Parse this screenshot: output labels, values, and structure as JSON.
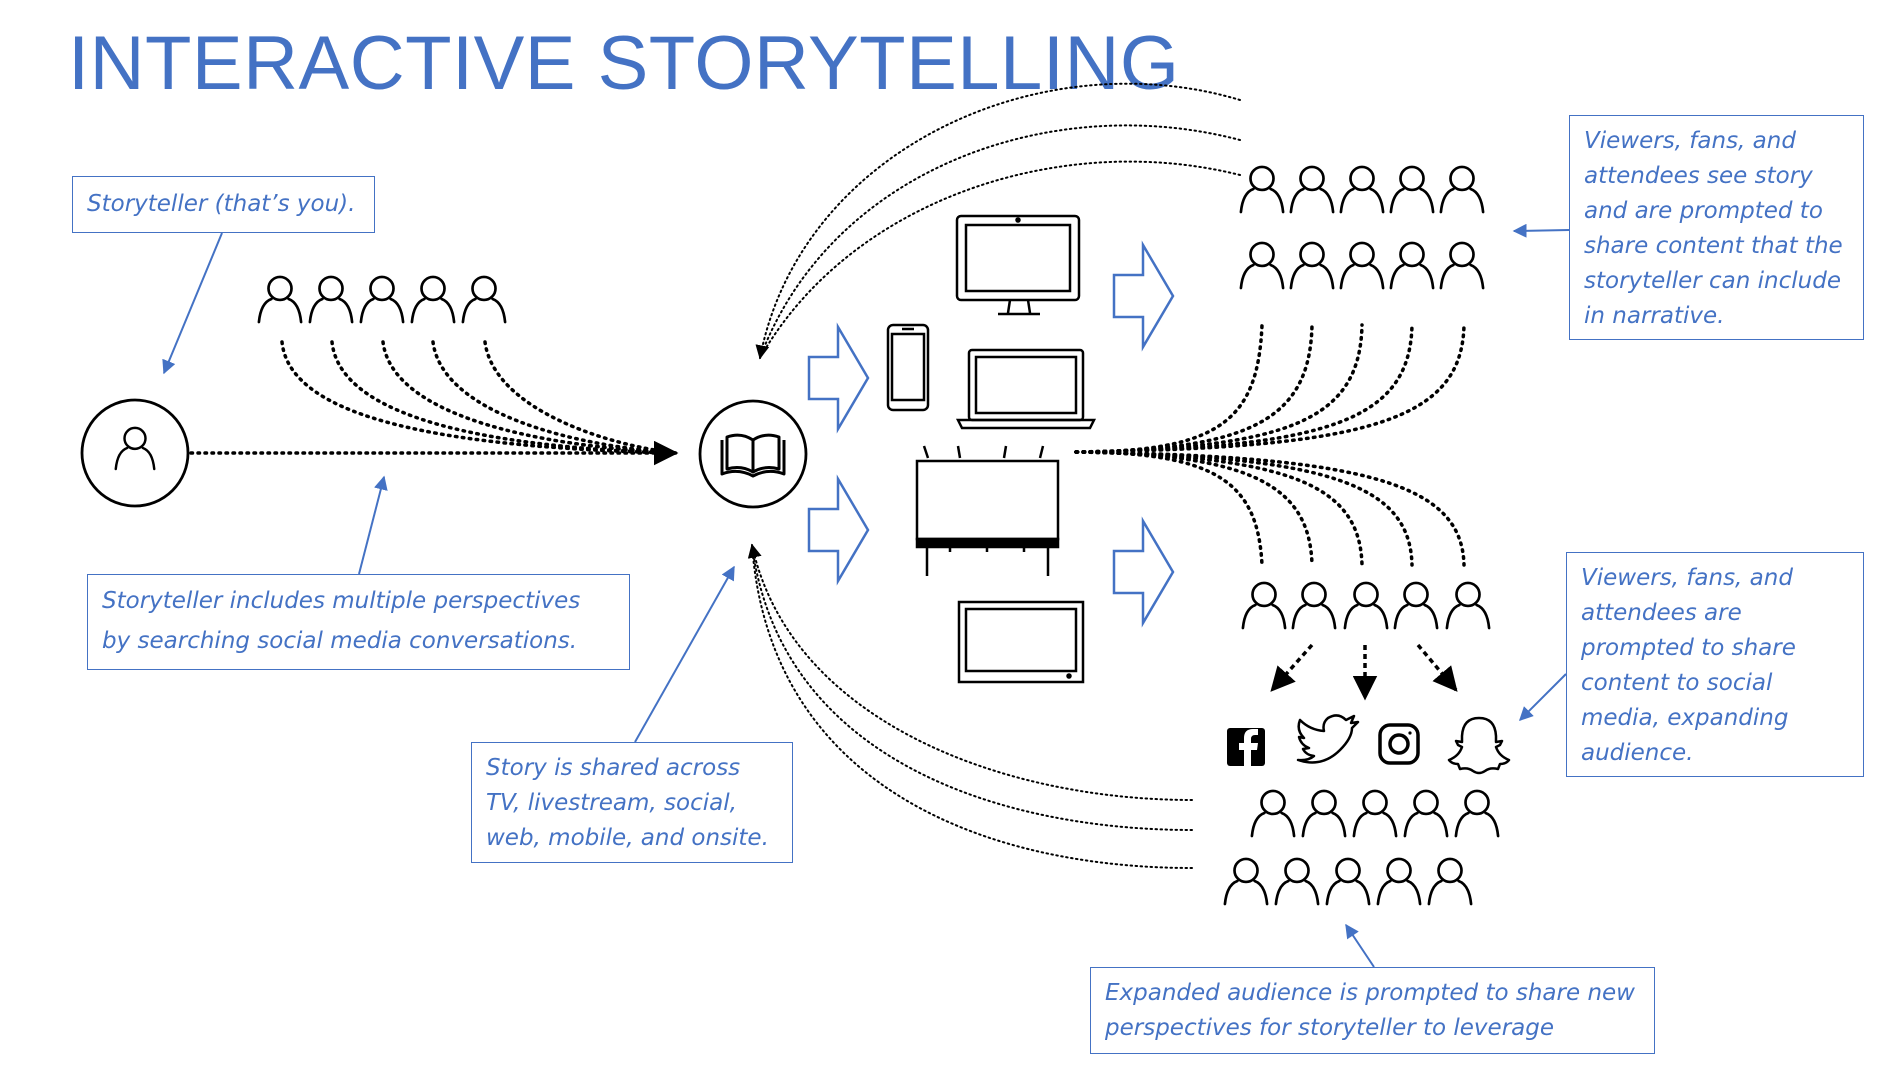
{
  "title": "INTERACTIVE STORYTELLING",
  "callouts": {
    "storyteller": "Storyteller (that’s you).",
    "includes": "Storyteller includes multiple perspectives\nby searching social media conversations.",
    "shared": "Story is shared across\nTV, livestream, social,\nweb, mobile, and onsite.",
    "viewers_see": "Viewers, fans, and\nattendees see story\nand are prompted to\nshare content that the\nstoryteller can include\nin narrative.",
    "viewers_prompted": "Viewers, fans, and\nattendees are\nprompted to share\ncontent to social\nmedia, expanding\naudience.",
    "expanded": "Expanded audience is prompted to share new\nperspectives for storyteller to leverage"
  },
  "nodes": {
    "storyteller_icon": "person-icon",
    "story_icon": "open-book-icon",
    "devices": [
      "monitor-icon",
      "smartphone-icon",
      "laptop-icon",
      "billboard-icon",
      "tv-icon"
    ],
    "social": [
      "facebook-icon",
      "twitter-icon",
      "instagram-icon",
      "snapchat-icon"
    ]
  },
  "colors": {
    "accent": "#4472C4",
    "ink": "#000000"
  }
}
